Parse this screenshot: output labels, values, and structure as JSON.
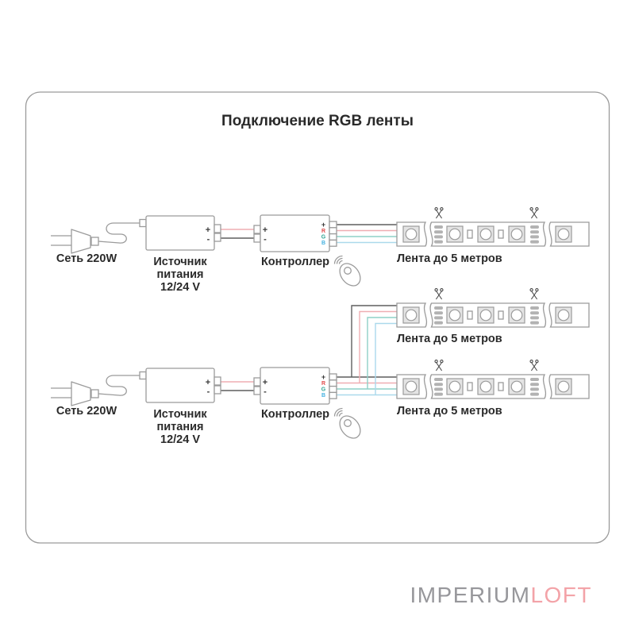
{
  "title": "Подключение RGB ленты",
  "rows": [
    {
      "mains_label": "Сеть 220W",
      "psu_label_lines": [
        "Источник",
        "питания",
        "12/24 V"
      ],
      "controller_label": "Контроллер",
      "strip_labels": [
        "Лента до 5 метров"
      ]
    },
    {
      "mains_label": "Сеть 220W",
      "psu_label_lines": [
        "Источник",
        "питания",
        "12/24 V"
      ],
      "controller_label": "Контроллер",
      "strip_labels": [
        "Лента до 5 метров",
        "Лента до 5 метров"
      ]
    }
  ],
  "terminals": {
    "plus": "+",
    "minus": "-",
    "red": "R",
    "green": "G",
    "blue": "B"
  },
  "logo": {
    "gray_part": "IMPERIUM",
    "accent_part": "LOFT"
  },
  "colors": {
    "wire_positive": "#5f5f5f",
    "wire_red": "#efaeb2",
    "wire_green": "#8ed0c7",
    "wire_blue": "#abd9ec",
    "label_red": "#e14b4b",
    "label_green": "#2ea391",
    "label_blue": "#43b0e0",
    "logo_gray": "#97979b",
    "logo_pink": "#f3a3a8",
    "outline": "#9b9b9b",
    "text": "#2a2a2a"
  }
}
